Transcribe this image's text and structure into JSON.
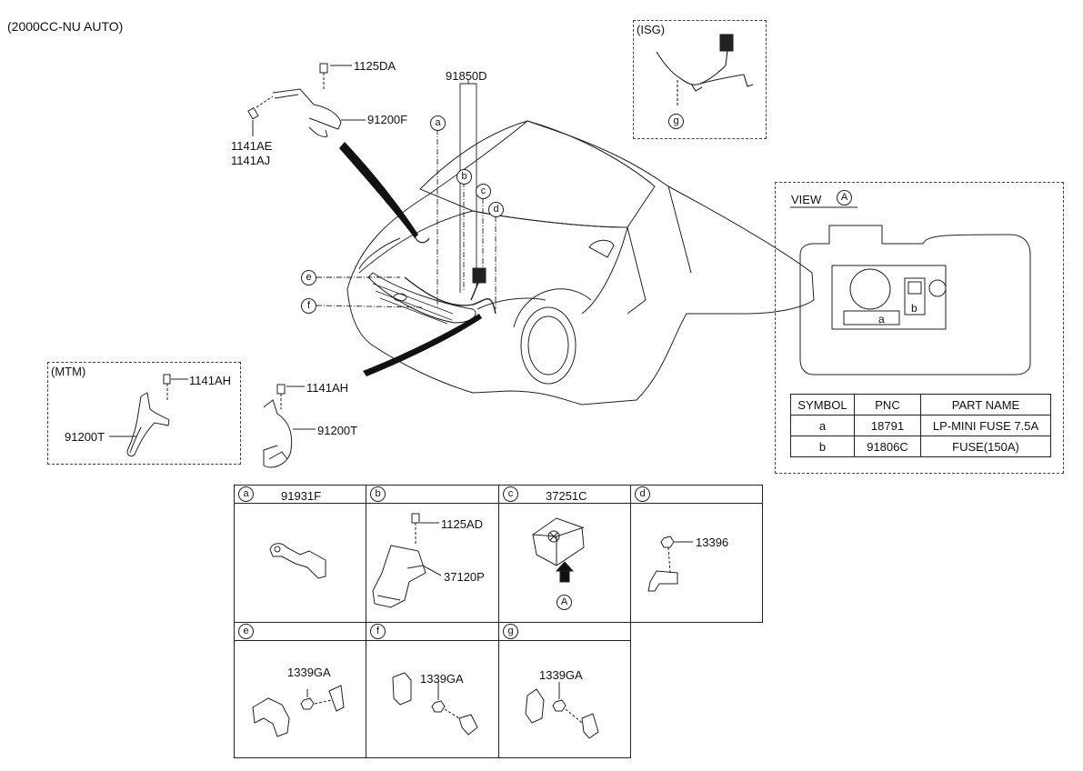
{
  "header": {
    "variant": "(2000CC-NU AUTO)"
  },
  "main_callouts": {
    "bolt_top": "1125DA",
    "cable_top": "91200F",
    "bolts_left_1": "1141AE",
    "bolts_left_2": "1141AJ",
    "harness": "91850D",
    "bolt_front": "1141AH",
    "cable_front": "91200T",
    "letters": [
      "a",
      "b",
      "c",
      "d",
      "e",
      "f"
    ]
  },
  "mtm": {
    "title": "(MTM)",
    "bolt": "1141AH",
    "cable": "91200T"
  },
  "isg": {
    "title": "(ISG)",
    "letter": "g"
  },
  "view": {
    "label": "VIEW",
    "marker": "A",
    "fuse_a": "a",
    "fuse_b": "b",
    "table": {
      "headers": [
        "SYMBOL",
        "PNC",
        "PART NAME"
      ],
      "rows": [
        [
          "a",
          "18791",
          "LP-MINI FUSE 7.5A"
        ],
        [
          "b",
          "91806C",
          "FUSE(150A)"
        ]
      ]
    }
  },
  "grid": {
    "cells": [
      {
        "letter": "a",
        "title": "91931F",
        "callouts": []
      },
      {
        "letter": "b",
        "title": "",
        "callouts": [
          "1125AD",
          "37120P"
        ]
      },
      {
        "letter": "c",
        "title": "37251C",
        "callouts": [],
        "marker": "A"
      },
      {
        "letter": "d",
        "title": "",
        "callouts": [
          "13396"
        ]
      },
      {
        "letter": "e",
        "title": "",
        "callouts": [
          "1339GA"
        ]
      },
      {
        "letter": "f",
        "title": "",
        "callouts": [
          "1339GA"
        ]
      },
      {
        "letter": "g",
        "title": "",
        "callouts": [
          "1339GA"
        ]
      }
    ]
  }
}
